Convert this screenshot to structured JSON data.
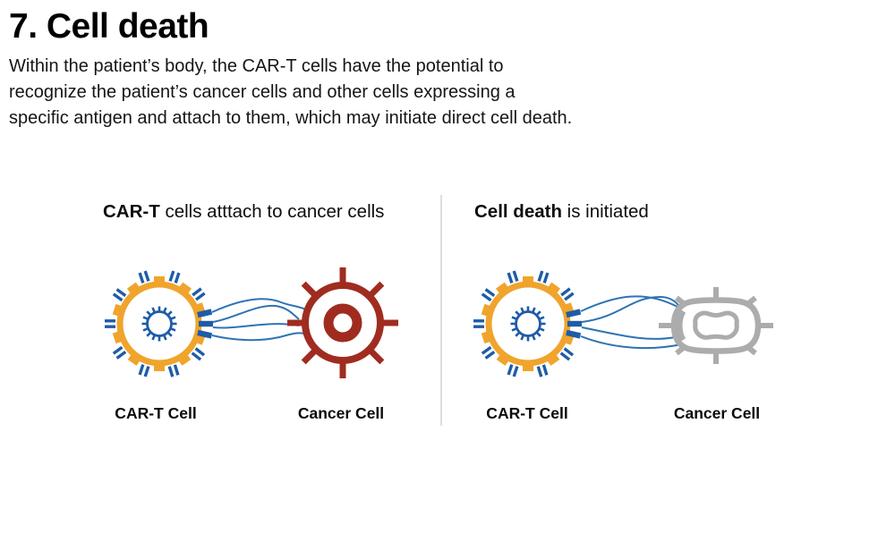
{
  "header": {
    "step_title": "7. Cell death"
  },
  "description": {
    "lines": [
      "Within the patient’s body, the CAR-T cells have the potential to",
      "recognize the patient’s cancer cells and other cells expressing a",
      "specific antigen and attach to them, which may initiate direct cell death."
    ]
  },
  "panels": [
    {
      "heading_bold": "CAR-T",
      "heading_rest": " cells atttach to cancer cells",
      "cart_label": "CAR-T Cell",
      "cancer_label": "Cancer Cell"
    },
    {
      "heading_bold": "Cell death",
      "heading_rest": " is initiated",
      "cart_label": "CAR-T Cell",
      "cancer_label": "Cancer Cell"
    }
  ],
  "icons": {
    "cart_cell": "cart-cell-icon",
    "cancer_cell": "cancer-cell-icon",
    "dead_cancer_cell": "dead-cancer-cell-icon",
    "tendrils": "binding-tendrils-icon"
  },
  "colors": {
    "cart-orange": "#F0A42C",
    "receptor-blue": "#1E5CA8",
    "tendril-blue": "#2E73B3",
    "cancer-red": "#A02C20",
    "dead-gray": "#ACACAC",
    "divider-gray": "#DDDDDD",
    "text-black": "#111111"
  }
}
